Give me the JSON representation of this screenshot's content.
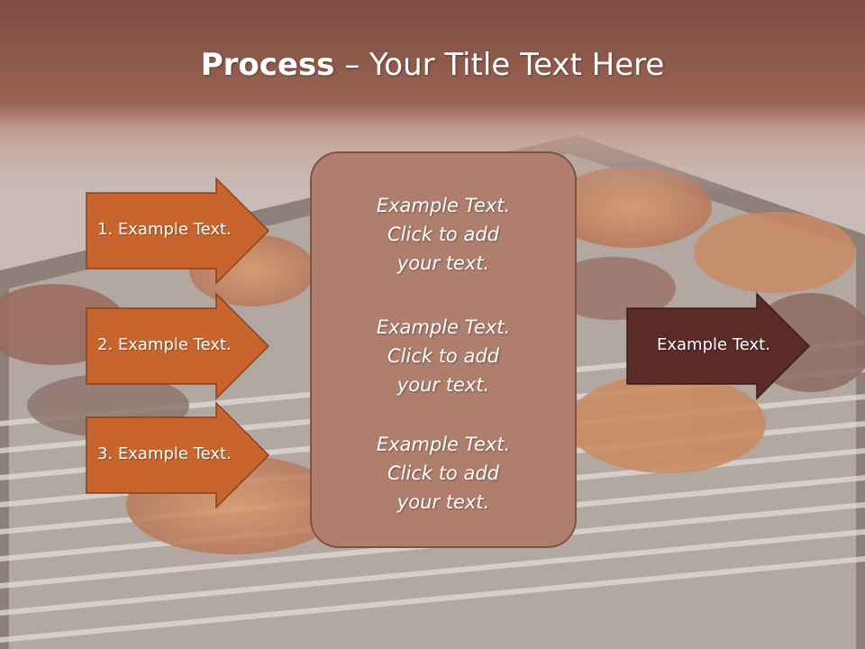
{
  "title": {
    "bold": "Process",
    "rest": " – Your Title Text Here"
  },
  "left_arrows": [
    {
      "label": "1. Example Text."
    },
    {
      "label": "2. Example Text."
    },
    {
      "label": "3. Example Text."
    }
  ],
  "center_blocks": [
    {
      "lines": [
        "Example Text.",
        "Click  to add",
        "your text."
      ]
    },
    {
      "lines": [
        "Example Text.",
        "Click  to add",
        "your text."
      ]
    },
    {
      "lines": [
        "Example Text.",
        "Click  to add",
        "your text."
      ]
    }
  ],
  "right_arrow": {
    "label": "Example Text."
  },
  "colors": {
    "left_arrow": "#c8652f",
    "right_arrow": "#5a2b27",
    "center_box": "#b07e6d",
    "title_band": "#8a5447"
  }
}
